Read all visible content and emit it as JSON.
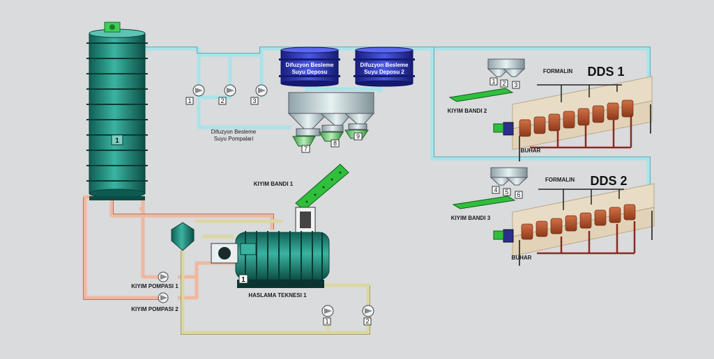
{
  "labels": {
    "difuzyon_besleme_pompalari_line1": "Difuzyon Besleme",
    "difuzyon_besleme_pompalari_line2": "Suyu Pompalari",
    "tank1_line1": "Difuzyon Besleme",
    "tank1_line2": "Suyu Deposu",
    "tank2_line1": "Difuzyon Besleme",
    "tank2_line2": "Suyu Deposu 2",
    "kiyim_bandi_1": "KIYIM BANDI 1",
    "kiyim_bandi_2": "KIYIM BANDI 2",
    "kiyim_bandi_3": "KIYIM BANDI 3",
    "kiyim_pompasi_1": "KIYIM POMPASI 1",
    "kiyim_pompasi_2": "KIYIM POMPASI 2",
    "haslama_teknesi_1": "HASLAMA TEKNESI 1",
    "formalin_1": "FORMALIN",
    "formalin_2": "FORMALIN",
    "buhar_1": "BUHAR",
    "buhar_2": "BUHAR",
    "dds1": "DDS 1",
    "dds2": "DDS 2",
    "column_number": "1",
    "scalder_number": "1"
  },
  "numbers": {
    "feed_pump_1": "1",
    "feed_pump_2": "2",
    "feed_pump_3": "3",
    "hopper_7": "7",
    "hopper_8": "8",
    "hopper_9": "9",
    "dds1_hopper_1": "1",
    "dds1_hopper_2": "2",
    "dds1_hopper_3": "3",
    "dds2_hopper_4": "4",
    "dds2_hopper_5": "5",
    "dds2_hopper_6": "6",
    "scalder_pump_1": "1",
    "scalder_pump_2": "2"
  },
  "colors": {
    "background": "#d9dbdc",
    "vessel_teal": "#1f8f7e",
    "tank_blue": "#2b36c2",
    "pipe_cyan": "#a9e3ea",
    "pipe_salmon": "#f0b7a0",
    "pipe_khaki": "#dcd7a2",
    "conveyor_green": "#2fbf3c",
    "diffuser_frame": "#e9dcc5",
    "diffuser_cell": "#b6542d",
    "steam_pipe": "#8a2a22"
  }
}
